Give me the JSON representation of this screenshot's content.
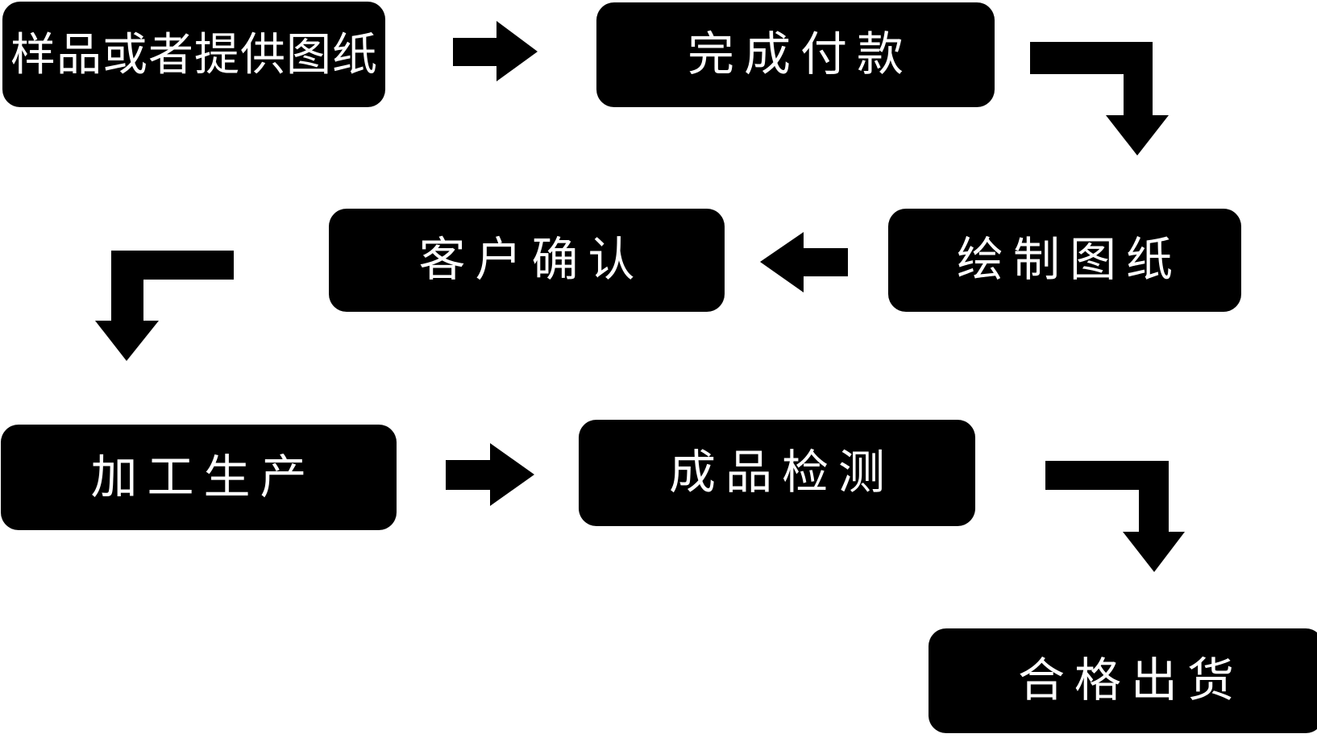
{
  "diagram": {
    "title": "production-workflow-flowchart",
    "colors": {
      "background": "#ffffff",
      "node_fill": "#000000",
      "node_text": "#ffffff",
      "arrow_fill": "#000000"
    },
    "nodes": [
      {
        "id": "sample-or-drawing",
        "label": "样品或者提供图纸"
      },
      {
        "id": "complete-payment",
        "label": "完成付款"
      },
      {
        "id": "draft-drawing",
        "label": "绘制图纸"
      },
      {
        "id": "customer-confirmation",
        "label": "客户确认"
      },
      {
        "id": "processing-production",
        "label": "加工生产"
      },
      {
        "id": "finished-product-inspection",
        "label": "成品检测"
      },
      {
        "id": "qualified-shipment",
        "label": "合格出货"
      }
    ],
    "connectors": [
      {
        "from": "样品或者提供图纸",
        "to": "完成付款",
        "shape": "straight-right-arrow"
      },
      {
        "from": "完成付款",
        "to": "绘制图纸",
        "shape": "elbow-right-then-down-arrow"
      },
      {
        "from": "绘制图纸",
        "to": "客户确认",
        "shape": "straight-left-arrow"
      },
      {
        "from": "客户确认",
        "to": "加工生产",
        "shape": "elbow-left-then-down-arrow"
      },
      {
        "from": "加工生产",
        "to": "成品检测",
        "shape": "straight-right-arrow"
      },
      {
        "from": "成品检测",
        "to": "合格出货",
        "shape": "elbow-right-then-down-arrow"
      }
    ]
  }
}
